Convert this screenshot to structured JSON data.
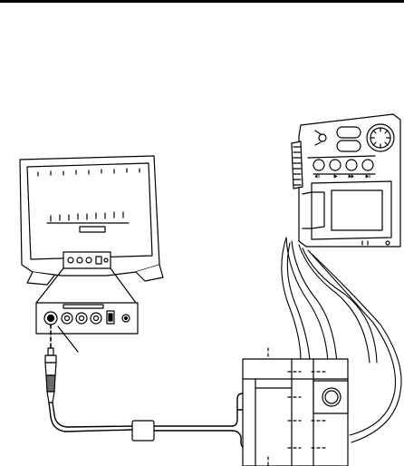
{
  "diagram": {
    "type": "connection-illustration",
    "text_labels": [],
    "devices": [
      {
        "name": "tv-monitor"
      },
      {
        "name": "input-terminal-panel-zoom"
      },
      {
        "name": "av-cable"
      },
      {
        "name": "digital-camcorder"
      },
      {
        "name": "camcorder-cable-holder"
      }
    ],
    "colors": {
      "line": "#000000",
      "fill_light": "#ffffff",
      "fill_dark": "#6a6a6a"
    }
  }
}
